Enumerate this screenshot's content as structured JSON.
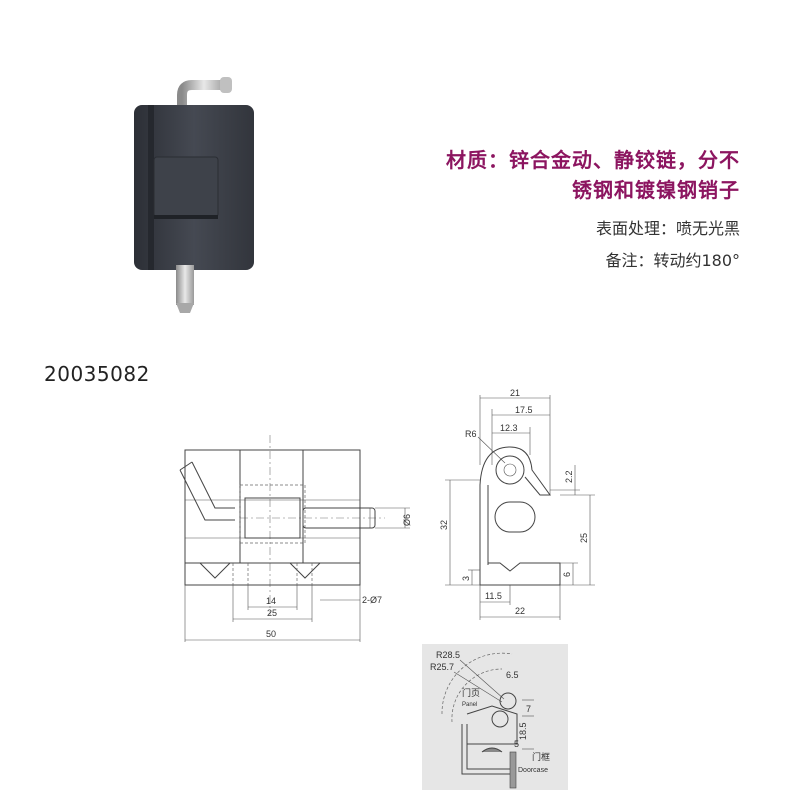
{
  "spec": {
    "material_line1": "材质：锌合金动、静铰链，分不",
    "material_line2": "锈钢和镀镍钢销子",
    "surface": "表面处理：喷无光黑",
    "note": "备注：转动约180°"
  },
  "product_code": "20035082",
  "front_view": {
    "dims": {
      "total_width": "50",
      "hole_spacing": "25",
      "inner": "14",
      "holes": "2-Ø7",
      "pin_dia": "Ø6"
    }
  },
  "side_view": {
    "dims": {
      "w21": "21",
      "w17_5": "17.5",
      "w12_3": "12.3",
      "r6": "R6",
      "h32": "32",
      "h3": "3",
      "h25": "25",
      "h6": "6",
      "h2_2": "2.2",
      "w11_5": "11.5",
      "w22": "22"
    }
  },
  "rotation_view": {
    "dims": {
      "r28_5": "R28.5",
      "r25_7": "R25.7",
      "d6_5": "6.5",
      "d7": "7",
      "d18_5": "18.5",
      "d5": "5"
    },
    "panel_cn": "门页",
    "panel_en": "Panel",
    "frame_cn": "门框",
    "frame_en": "Doorcase"
  },
  "colors": {
    "accent": "#8c1560",
    "hinge_body": "#3a3d45",
    "panel_bg": "#e6e6e6"
  }
}
